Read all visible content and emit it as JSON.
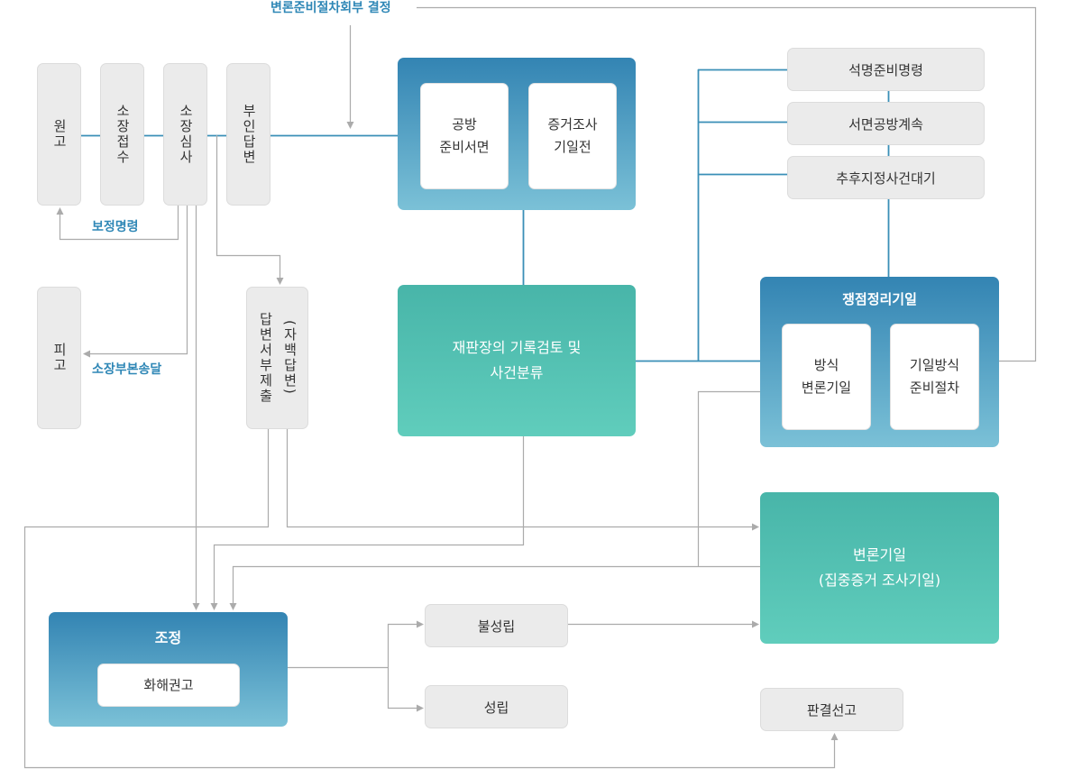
{
  "colors": {
    "accent_blue": "#2f87b6",
    "line_blue": "#3a8fb7",
    "line_gray": "#ababab",
    "box_gray": "#ebebeb",
    "grad_blue_top": "#3384b3",
    "grad_blue_bottom": "#7bc1d7",
    "grad_teal_top": "#48b5a9",
    "grad_teal_bottom": "#60cdbc"
  },
  "labels": {
    "referral_decision": "변론준비절차회부 결정",
    "correction_order": "보정명령",
    "complaint_copy_service": "소장부본송달"
  },
  "filing": {
    "plaintiff": "원고",
    "complaint_receipt": "소장접수",
    "complaint_review": "소장심사",
    "denial_answer": "부인답변",
    "defendant": "피고",
    "no_answer": "답변서부제출",
    "confession_answer": "(자백답변)"
  },
  "preparation": {
    "cards": [
      {
        "line1": "공방",
        "line2": "준비서면"
      },
      {
        "line1": "증거조사",
        "line2": "기일전"
      }
    ]
  },
  "review": {
    "line1": "재판장의 기록검토 및",
    "line2": "사건분류"
  },
  "orders": [
    "석명준비명령",
    "서면공방계속",
    "추후지정사건대기"
  ],
  "issue_hearing": {
    "title": "쟁점정리기일",
    "cards": [
      {
        "line1": "방식",
        "line2": "변론기일"
      },
      {
        "line1": "기일방식",
        "line2": "준비절차"
      }
    ]
  },
  "pleading_hearing": {
    "line1": "변론기일",
    "line2": "(집중증거 조사기일)"
  },
  "mediation": {
    "title": "조정",
    "card": "화해권고"
  },
  "outcomes": {
    "failed": "불성립",
    "succeeded": "성립"
  },
  "judgment": "판결선고"
}
